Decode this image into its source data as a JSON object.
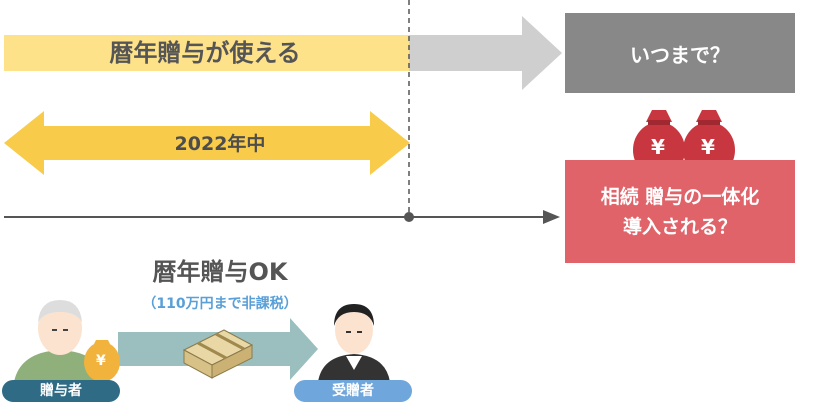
{
  "timeline": {
    "label_1": "暦年贈与が使える",
    "label_2": "2022年中"
  },
  "future": {
    "question_1": "いつまで？",
    "question_2_line_1": "相続 贈与の一体化",
    "question_2_line_2": "導入される？",
    "money_bag_symbol": "¥"
  },
  "gift_flow": {
    "title": "暦年贈与OK",
    "note": "（110万円まで非課税）",
    "giver_label": "贈与者",
    "receiver_label": "受贈者",
    "money_bag_symbol": "¥"
  },
  "colors": {
    "yellow": "#fde28a",
    "yellow_dark": "#f8cb4a",
    "grey": "#888888",
    "red": "#e06369",
    "teal": "#2f6b84",
    "blue": "#6fa6dc"
  }
}
